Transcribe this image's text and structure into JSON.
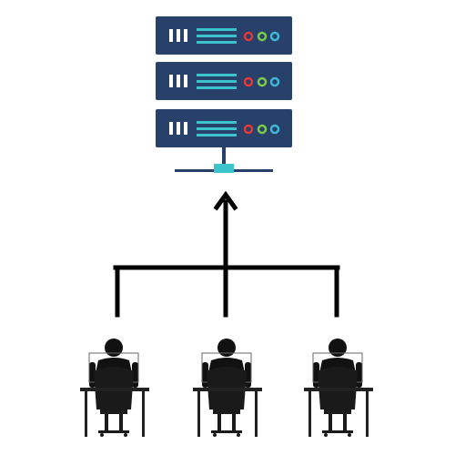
{
  "colors": {
    "server_body": "#28416A",
    "server_slots": "#FFFFFF",
    "server_line": "#3CC3CC",
    "led_red": "#E53838",
    "led_green": "#7DC84A",
    "led_blue": "#3FB7D6",
    "network_stand": "#28416A",
    "network_plug": "#3CC3CC",
    "arrow": "#000000",
    "person": "#111111",
    "chair": "#1A1A1A",
    "desk": "#222222"
  },
  "server_stack": {
    "units": [
      {
        "name": "server-unit-1",
        "leds": [
          "led-red",
          "led-green",
          "led-blue"
        ]
      },
      {
        "name": "server-unit-2",
        "leds": [
          "led-red",
          "led-green",
          "led-blue"
        ]
      },
      {
        "name": "server-unit-3",
        "leds": [
          "led-red",
          "led-green",
          "led-blue"
        ]
      }
    ],
    "icon": "server-rack-icon"
  },
  "connector": {
    "icon": "network-connector-icon"
  },
  "users": [
    {
      "name": "user-left",
      "icon": "person-at-desk-icon"
    },
    {
      "name": "user-center",
      "icon": "person-at-desk-icon"
    },
    {
      "name": "user-right",
      "icon": "person-at-desk-icon"
    }
  ],
  "flow": {
    "direction": "up",
    "icon": "arrow-up-icon"
  }
}
